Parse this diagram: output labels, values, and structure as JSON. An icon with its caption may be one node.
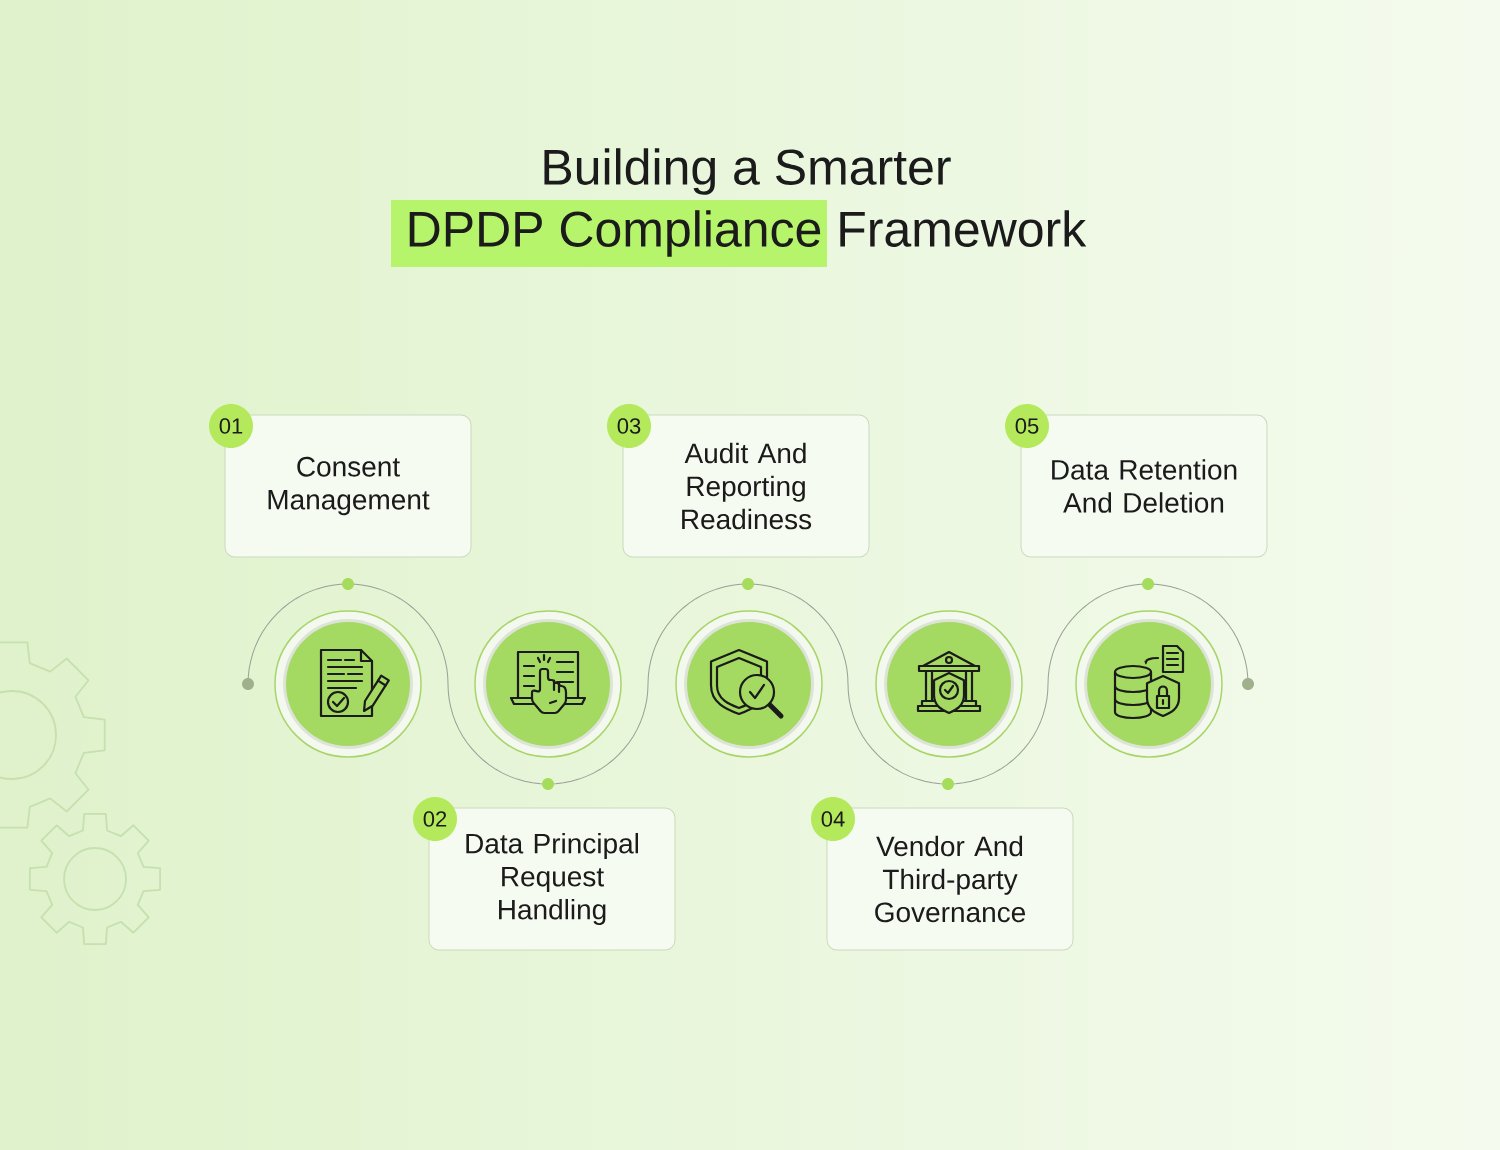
{
  "diagram": {
    "title": "Building a Smarter DPDP Compliance Framework",
    "nodes": [
      {
        "text": [
          "01"
        ]
      },
      {
        "text": [
          "Consent Management"
        ]
      },
      {
        "text": [
          "02"
        ]
      },
      {
        "text": [
          "Data Principal Request Handling"
        ]
      },
      {
        "text": [
          "03"
        ]
      },
      {
        "text": [
          "Audit And Reporting Readiness"
        ]
      },
      {
        "text": [
          "04"
        ]
      },
      {
        "text": [
          "Vendor And Third-party Governance"
        ]
      },
      {
        "text": [
          "05"
        ]
      },
      {
        "text": [
          "Data Retention And Deletion"
        ]
      },
      {
        "text": [],
        "shape": "circle"
      },
      {
        "text": [],
        "shape": "circle"
      },
      {
        "text": [],
        "shape": "circle"
      },
      {
        "text": [],
        "shape": "circle"
      },
      {
        "text": [],
        "shape": "circle"
      }
    ]
  }
}
